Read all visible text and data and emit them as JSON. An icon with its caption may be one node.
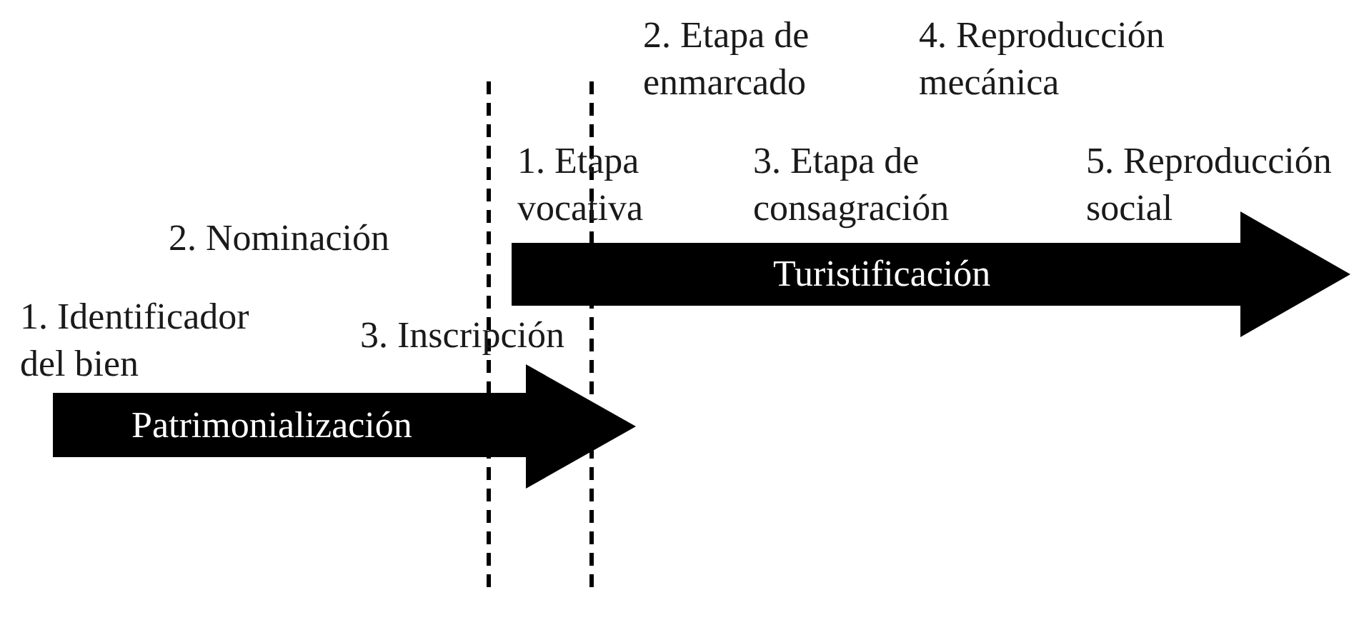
{
  "diagram": {
    "nodes": [
      {
        "text": [
          "Patrimonialización"
        ]
      },
      {
        "text": [
          "Turistificación"
        ]
      }
    ],
    "labels": [
      "2. Etapa de enmarcado",
      "4. Reproducción mecánica",
      "1. Etapa vocativa",
      "3. Etapa de consagración",
      "5. Reproducción social",
      "2. Nominación",
      "1. Identificador del bien",
      "3. Inscripción"
    ]
  }
}
